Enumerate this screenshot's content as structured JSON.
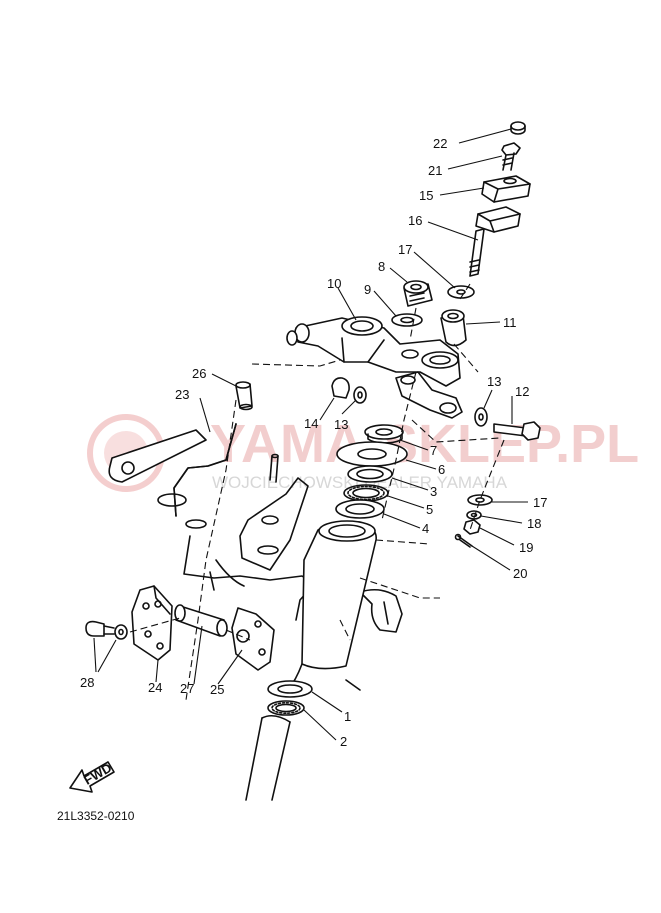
{
  "diagram_code": "21L3352-0210",
  "direction_marker": "FWD",
  "watermark": {
    "brand": "YAMA-SKLEP.PL",
    "subtitle": "WOJCIECHOWSKI DEALER YAMAHA",
    "color": "#e9a7a7"
  },
  "parts": [
    {
      "id": "p22",
      "label": "22"
    },
    {
      "id": "p21",
      "label": "21"
    },
    {
      "id": "p15",
      "label": "15"
    },
    {
      "id": "p16",
      "label": "16"
    },
    {
      "id": "p17a",
      "label": "17"
    },
    {
      "id": "p8",
      "label": "8"
    },
    {
      "id": "p10",
      "label": "10"
    },
    {
      "id": "p9",
      "label": "9"
    },
    {
      "id": "p11",
      "label": "11"
    },
    {
      "id": "p26",
      "label": "26"
    },
    {
      "id": "p23",
      "label": "23"
    },
    {
      "id": "p13a",
      "label": "13"
    },
    {
      "id": "p12",
      "label": "12"
    },
    {
      "id": "p14",
      "label": "14"
    },
    {
      "id": "p13b",
      "label": "13"
    },
    {
      "id": "p7",
      "label": "7"
    },
    {
      "id": "p6",
      "label": "6"
    },
    {
      "id": "p3",
      "label": "3"
    },
    {
      "id": "p5",
      "label": "5"
    },
    {
      "id": "p4",
      "label": "4"
    },
    {
      "id": "p17b",
      "label": "17"
    },
    {
      "id": "p18",
      "label": "18"
    },
    {
      "id": "p19",
      "label": "19"
    },
    {
      "id": "p20",
      "label": "20"
    },
    {
      "id": "p28",
      "label": "28"
    },
    {
      "id": "p24",
      "label": "24"
    },
    {
      "id": "p27",
      "label": "27"
    },
    {
      "id": "p25",
      "label": "25"
    },
    {
      "id": "p1",
      "label": "1"
    },
    {
      "id": "p2",
      "label": "2"
    }
  ]
}
